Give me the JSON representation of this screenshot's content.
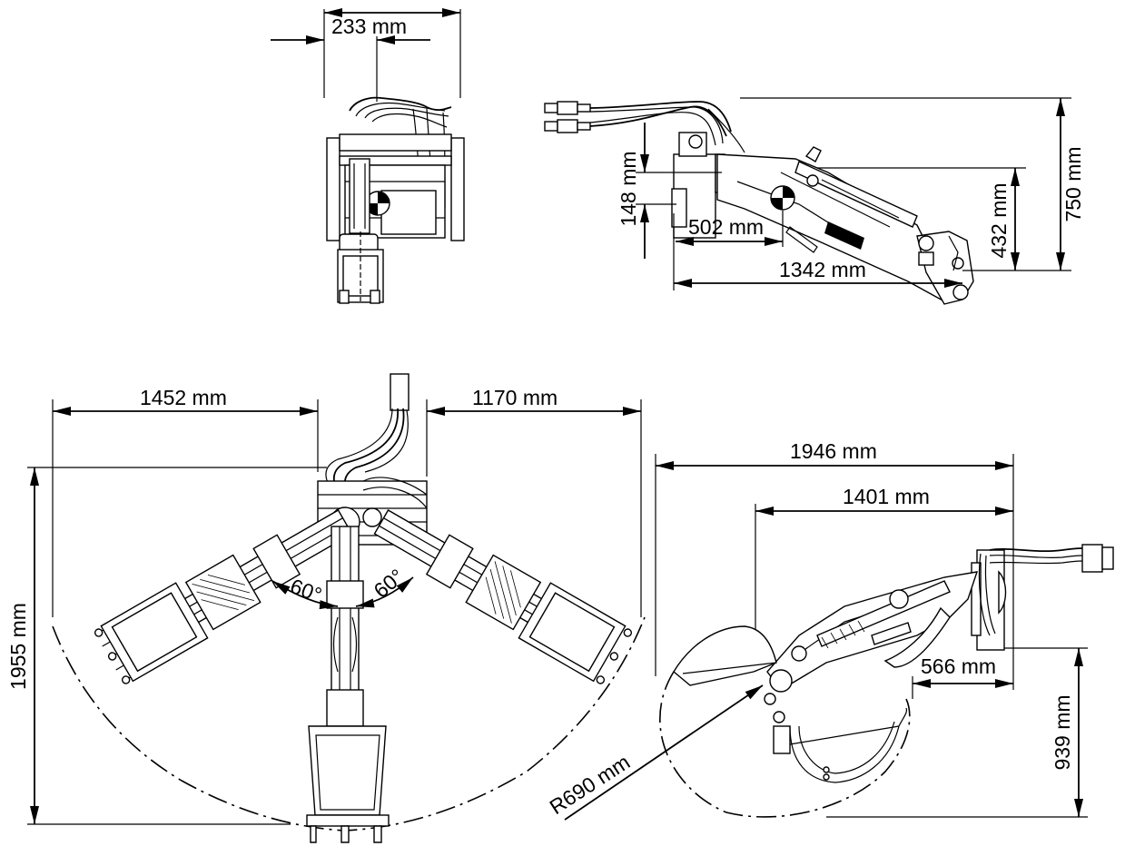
{
  "top_view": {
    "width": "233 mm"
  },
  "side_view": {
    "offset_height": "148 mm",
    "pivot_length": "502 mm",
    "overall_length": "1342 mm",
    "pivot_height": "432 mm",
    "overall_height": "750 mm"
  },
  "swing_view": {
    "left_reach": "1452 mm",
    "right_reach": "1170 mm",
    "overall_depth": "1955 mm",
    "left_angle": "60°",
    "right_angle": "60°"
  },
  "reach_view": {
    "max_reach": "1946 mm",
    "arm_reach": "1401 mm",
    "mount_offset": "566 mm",
    "dig_depth": "939 mm",
    "bucket_radius": "R690 mm"
  }
}
